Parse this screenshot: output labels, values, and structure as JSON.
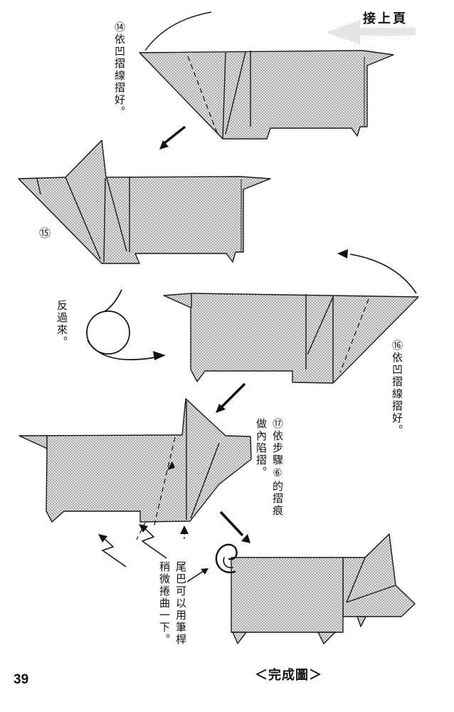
{
  "page": {
    "number": "39",
    "continue_label": "接上頁",
    "final_caption": "＜完成圖＞"
  },
  "annotations": {
    "step14": "⑭依凹摺線摺好。",
    "step15_badge": "⑮",
    "turn_over": "反過來。",
    "step16": "⑯依凹摺線摺好。",
    "step17_col1": "⑰依步驟⑥的摺痕",
    "step17_col2": "做內陷摺。",
    "tail_tip_col1": "尾巴可以用筆桿",
    "tail_tip_col2": "稍微捲曲一下。"
  },
  "icons": {
    "continue_arrow": "halftone-left-arrow",
    "turn_over_arrow": "loop-the-loop-right-arrow",
    "transition_arrows": "bold-diagonal-arrows",
    "push_fold_arrows": "zigzag-lightning-arrows",
    "fold_direction_arrow": "thin-curved-arrow"
  },
  "colors": {
    "paper_halftone_dot": "#9b9b9b",
    "paper_halftone_bg": "#e4e4e4",
    "line": "#1a1a1a",
    "light_arrow_dot": "#cfcfcf"
  }
}
